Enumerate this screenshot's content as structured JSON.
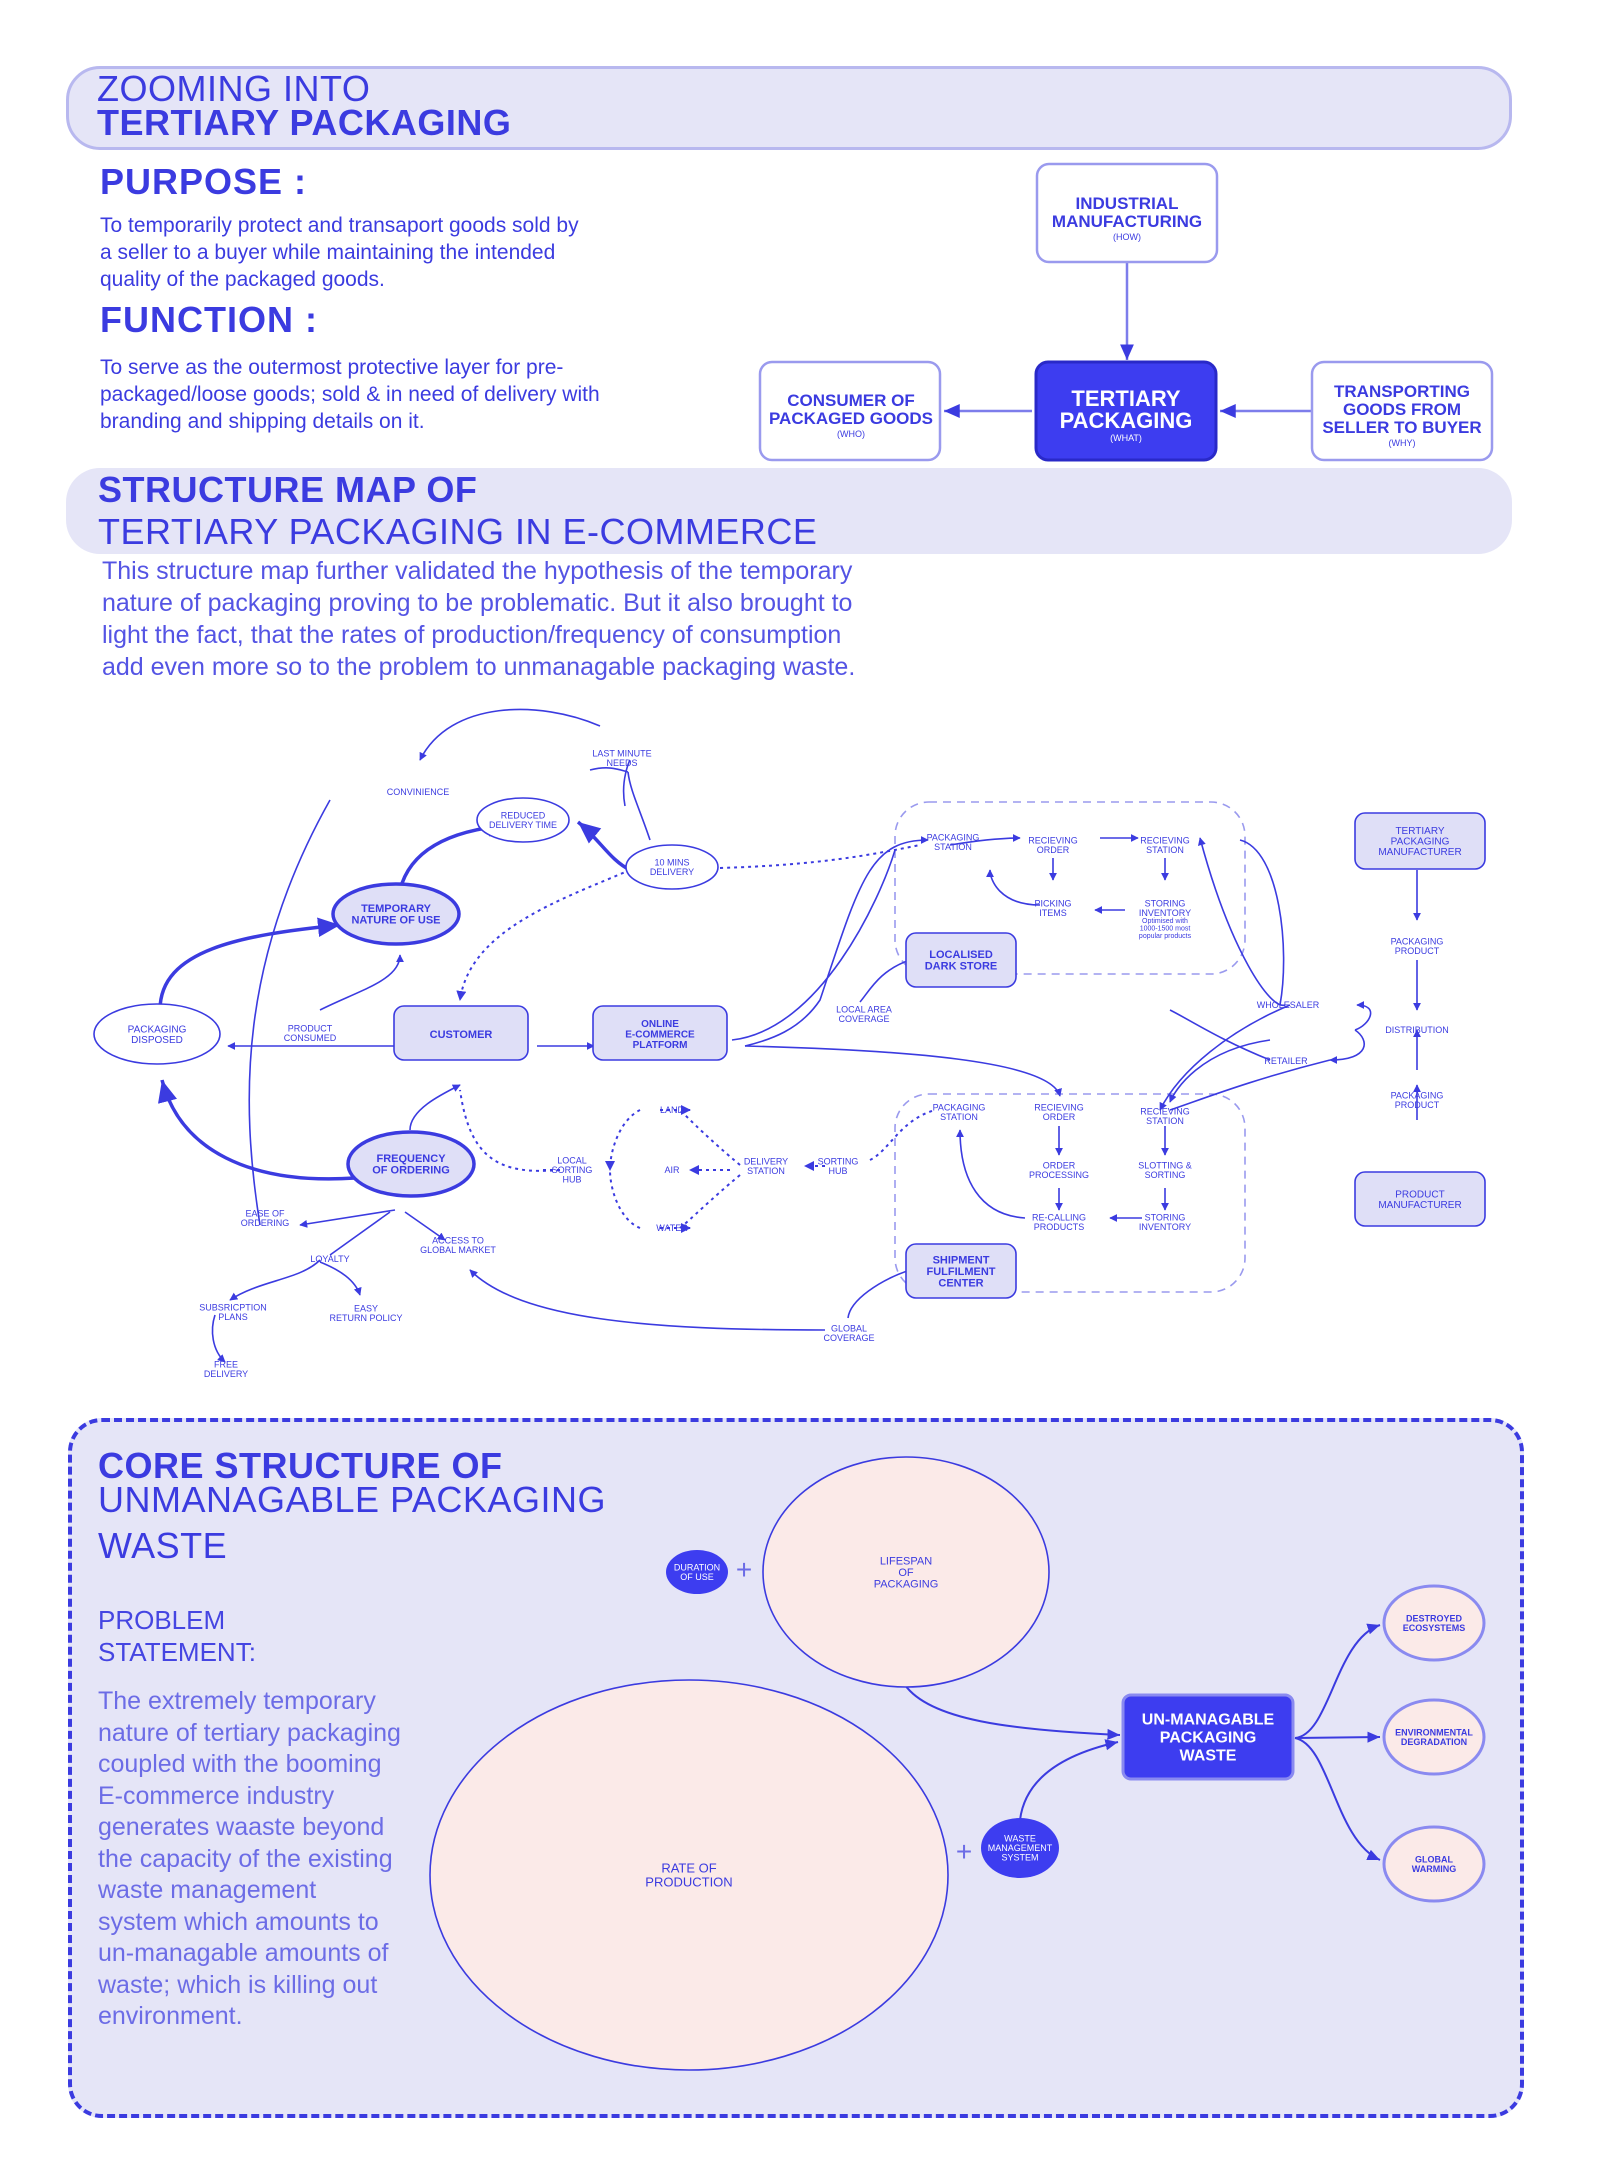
{
  "header": {
    "line1": "ZOOMING INTO",
    "line2": "TERTIARY PACKAGING"
  },
  "purpose": {
    "heading": "PURPOSE :",
    "text": "To temporarily protect and transaport goods sold by a seller to a buyer while maintaining the intended quality of the packaged goods."
  },
  "function": {
    "heading": "FUNCTION :",
    "text": "To serve as the outermost protective layer for pre-packaged/loose goods; sold & in need of delivery with branding and shipping details on it."
  },
  "overview": {
    "top": {
      "l1": "INDUSTRIAL",
      "l2": "MANUFACTURING",
      "sub": "(HOW)"
    },
    "center": {
      "l1": "TERTIARY",
      "l2": "PACKAGING",
      "sub": "(WHAT)"
    },
    "left": {
      "l1": "CONSUMER OF",
      "l2": "PACKAGED GOODS",
      "sub": "(WHO)"
    },
    "right": {
      "l1": "TRANSPORTING",
      "l2": "GOODS FROM",
      "l3": "SELLER TO BUYER",
      "sub": "(WHY)"
    }
  },
  "structure_map": {
    "title_bold": "STRUCTURE MAP OF",
    "title_light": "TERTIARY PACKAGING IN E-COMMERCE",
    "intro": "This structure map further validated the hypothesis of the temporary nature of packaging proving to be problematic. But it also brought to light the fact, that the rates of production/frequency of consumption add even more so to the problem to unmanagable packaging waste.",
    "nodes": {
      "last_minute": [
        "LAST MINUTE",
        "NEEDS"
      ],
      "convinience": [
        "CONVINIENCE"
      ],
      "reduced": [
        "REDUCED",
        "DELIVERY TIME"
      ],
      "ten_mins": [
        "10 MINS",
        "DELIVERY"
      ],
      "temporary": [
        "TEMPORARY",
        "NATURE OF USE"
      ],
      "pkg_disposed": [
        "PACKAGING",
        "DISPOSED"
      ],
      "product_consumed": [
        "PRODUCT",
        "CONSUMED"
      ],
      "customer": [
        "CUSTOMER"
      ],
      "online": [
        "ONLINE",
        "E-COMMERCE",
        "PLATFORM"
      ],
      "frequency": [
        "FREQUENCY",
        "OF ORDERING"
      ],
      "ease": [
        "EASE OF",
        "ORDERING"
      ],
      "loyalty": [
        "LOYALTY"
      ],
      "access": [
        "ACCESS TO",
        "GLOBAL MARKET"
      ],
      "subscription": [
        "SUBSRICPTION",
        "PLANS"
      ],
      "easy_return": [
        "EASY",
        "RETURN POLICY"
      ],
      "free_delivery": [
        "FREE",
        "DELIVERY"
      ],
      "local_sorting": [
        "LOCAL",
        "SORTING",
        "HUB"
      ],
      "land": [
        "LAND"
      ],
      "air": [
        "AIR"
      ],
      "water": [
        "WATER"
      ],
      "delivery_station": [
        "DELIVERY",
        "STATION"
      ],
      "sorting_hub": [
        "SORTING",
        "HUB"
      ],
      "dark_pkg_station": [
        "PACKAGING",
        "STATION"
      ],
      "dark_recv_order": [
        "RECIEVING",
        "ORDER"
      ],
      "dark_recv_station": [
        "RECIEVING",
        "STATION"
      ],
      "picking": [
        "PICKING",
        "ITEMS"
      ],
      "storing_inv": [
        "STORING",
        "INVENTORY"
      ],
      "optimised": [
        "Optimised with",
        "1000-1500 most",
        "popular products"
      ],
      "dark_store": [
        "LOCALISED",
        "DARK STORE"
      ],
      "local_area": [
        "LOCAL AREA",
        "COVERAGE"
      ],
      "ful_pkg_station": [
        "PACKAGING",
        "STATION"
      ],
      "ful_recv_order": [
        "RECIEVING",
        "ORDER"
      ],
      "ful_recv_station": [
        "RECIEVING",
        "STATION"
      ],
      "order_processing": [
        "ORDER",
        "PROCESSING"
      ],
      "slotting": [
        "SLOTTING &",
        "SORTING"
      ],
      "recalling": [
        "RE-CALLING",
        "PRODUCTS"
      ],
      "ful_storing": [
        "STORING",
        "INVENTORY"
      ],
      "shipment": [
        "SHIPMENT",
        "FULFILMENT",
        "CENTER"
      ],
      "global_coverage": [
        "GLOBAL",
        "COVERAGE"
      ],
      "tp_manufacturer": [
        "TERTIARY",
        "PACKAGING",
        "MANUFACTURER"
      ],
      "pkg_product_top": [
        "PACKAGING",
        "PRODUCT"
      ],
      "distribution": [
        "DISTRIBUTION"
      ],
      "pkg_product_bottom": [
        "PACKAGING",
        "PRODUCT"
      ],
      "product_manufacturer": [
        "PRODUCT",
        "MANUFACTURER"
      ],
      "wholesaler": [
        "WHOLESALER"
      ],
      "retailer": [
        "RETAILER"
      ]
    }
  },
  "core": {
    "title_bold": "CORE STRUCTURE OF",
    "title_light1": "UNMANAGABLE PACKAGING",
    "title_light2": "WASTE",
    "problem_heading1": "PROBLEM",
    "problem_heading2": "STATEMENT:",
    "problem_lines": [
      "The extremely temporary",
      "nature of tertiary packaging",
      "coupled with the booming",
      "E-commerce industry",
      "generates waaste beyond",
      "the capacity of the existing",
      "waste management",
      "system which amounts to",
      "un-managable amounts of",
      "waste; which is killing out",
      "environment."
    ],
    "duration": [
      "DURATION",
      "OF USE"
    ],
    "lifespan": [
      "LIFESPAN",
      "OF",
      "PACKAGING"
    ],
    "rate": [
      "RATE OF",
      "PRODUCTION"
    ],
    "waste_mgmt": [
      "WASTE",
      "MANAGEMENT",
      "SYSTEM"
    ],
    "unmanagable": [
      "UN-MANAGABLE",
      "PACKAGING",
      "WASTE"
    ],
    "destroyed": [
      "DESTROYED",
      "ECOSYSTEMS"
    ],
    "environmental": [
      "ENVIRONMENTAL",
      "DEGRADATION"
    ],
    "global_warming": [
      "GLOBAL",
      "WARMING"
    ],
    "plus": "+"
  },
  "colors": {
    "accent": "#3b3be0",
    "panel": "#e5e5f7",
    "panel_border": "#b8b8ef",
    "node_fill": "#dfdff7",
    "pink": "#fbeae8"
  }
}
